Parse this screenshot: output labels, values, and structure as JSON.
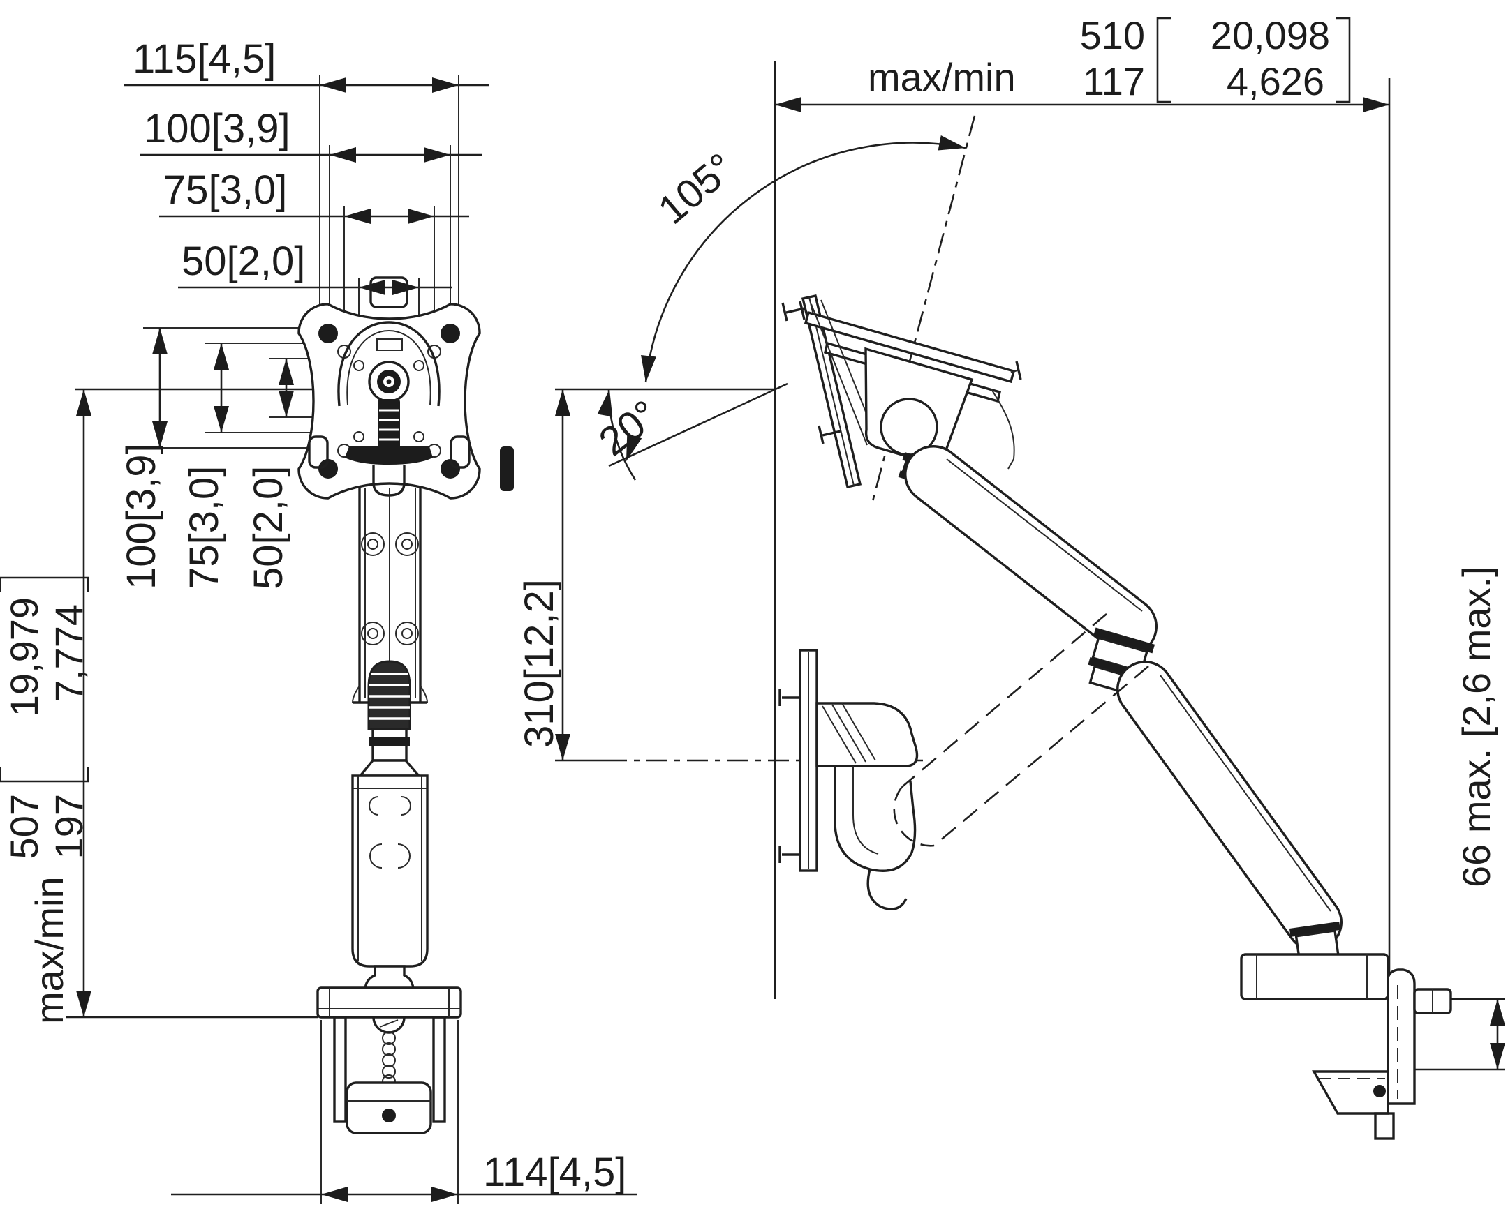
{
  "drawing": {
    "type": "technical-dimension-diagram",
    "subject": "desk monitor arm mount, front and side views",
    "line_color": "#1f1f1f",
    "background": "#ffffff",
    "front_view": {
      "top_dims": [
        "115[4,5]",
        "100[3,9]",
        "75[3,0]",
        "50[2,0]"
      ],
      "vesa_vertical_dims": [
        "100[3,9]",
        "75[3,0]",
        "50[2,0]"
      ],
      "height_dim": {
        "prefix": "max/min",
        "max_mm": "507",
        "min_mm": "197",
        "max_in": "19,979",
        "min_in": "7,774"
      },
      "clamp_width_dim": "114[4,5]"
    },
    "side_view": {
      "reach_dim": {
        "prefix": "max/min",
        "max_mm": "510",
        "min_mm": "117",
        "max_in": "20,098",
        "min_in": "4,626"
      },
      "tilt_up_angle": "105°",
      "tilt_down_angle": "20°",
      "lift_dim": "310[12,2]",
      "desk_thickness_dim": "66 max. [2,6 max.]"
    }
  }
}
